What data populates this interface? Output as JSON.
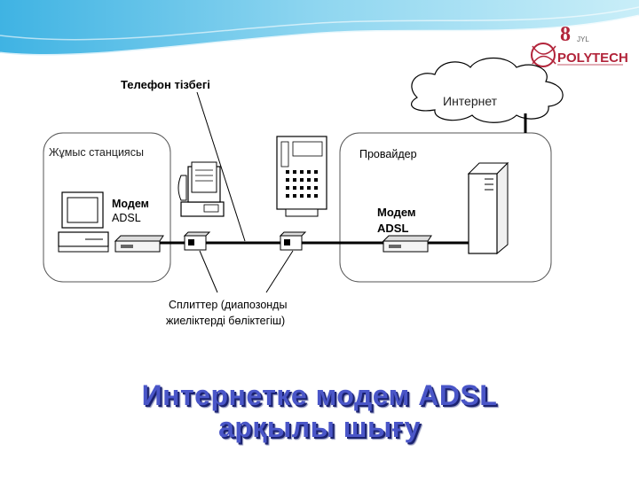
{
  "diagram": {
    "phone_line_label": "Телефон тізбегі",
    "internet_label": "Интернет",
    "workstation_label": "Жұмыс станциясы",
    "provider_label": "Провайдер",
    "modem_left_line1": "Модем",
    "modem_left_line2": "ADSL",
    "modem_right_line1": "Модем",
    "modem_right_line2": "ADSL",
    "splitter_line1": "Сплиттер (диапозонды",
    "splitter_line2": "жиеліктерді бөліктегіш)"
  },
  "logo": {
    "number": "8",
    "brand_a": "POLY",
    "brand_b": "TECH",
    "sub": "JYL"
  },
  "title": {
    "line1": "Интернетке модем ADSL",
    "line2": "арқылы шығу"
  },
  "colors": {
    "wave": "#5fc2e8",
    "title": "#4a56c8",
    "logo": "#b2243a"
  }
}
